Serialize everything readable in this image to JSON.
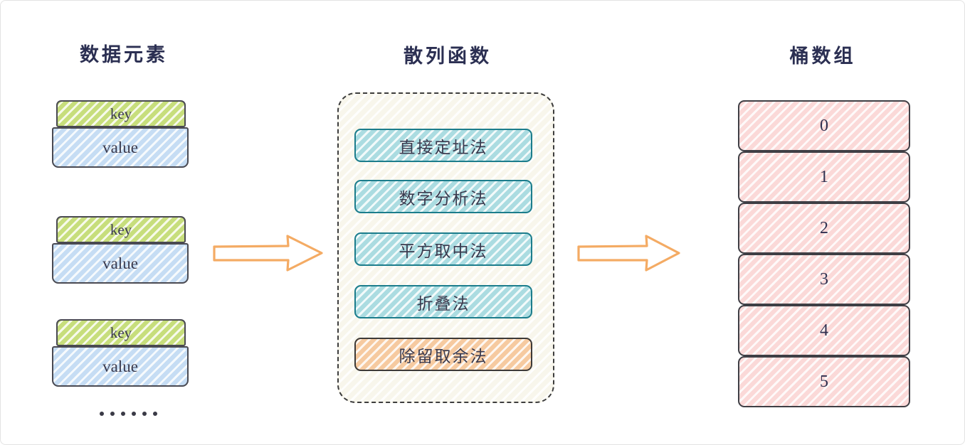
{
  "page": {
    "background": "#ffffff",
    "border_color": "#e3e3e3"
  },
  "columns": {
    "data_elements": {
      "title": "数据元素",
      "entries": [
        {
          "key_label": "key",
          "value_label": "value"
        },
        {
          "key_label": "key",
          "value_label": "value"
        },
        {
          "key_label": "key",
          "value_label": "value"
        }
      ],
      "ellipsis": "……",
      "ellipsis_dot_count": 6,
      "key_color": "#c7de7c",
      "value_color": "#c6ddf4"
    },
    "hash_function": {
      "title": "散列函数",
      "container_color": "#f8f6ec",
      "container_border": "#3d3d3d",
      "methods": [
        {
          "label": "直接定址法",
          "highlighted": false,
          "color": "#abdce1"
        },
        {
          "label": "数字分析法",
          "highlighted": false,
          "color": "#abdce1"
        },
        {
          "label": "平方取中法",
          "highlighted": false,
          "color": "#abdce1"
        },
        {
          "label": "折叠法",
          "highlighted": false,
          "color": "#abdce1"
        },
        {
          "label": "除留取余法",
          "highlighted": true,
          "color": "#f6caa0"
        }
      ]
    },
    "bucket_array": {
      "title": "桶数组",
      "cells": [
        "0",
        "1",
        "2",
        "3",
        "4",
        "5"
      ],
      "cell_color": "#fbd9d8"
    }
  },
  "arrows": [
    {
      "name": "arrow-data-to-hash",
      "color": "#f4ab64"
    },
    {
      "name": "arrow-hash-to-buckets",
      "color": "#f4ab64"
    }
  ],
  "title_color": "#2b2f52"
}
